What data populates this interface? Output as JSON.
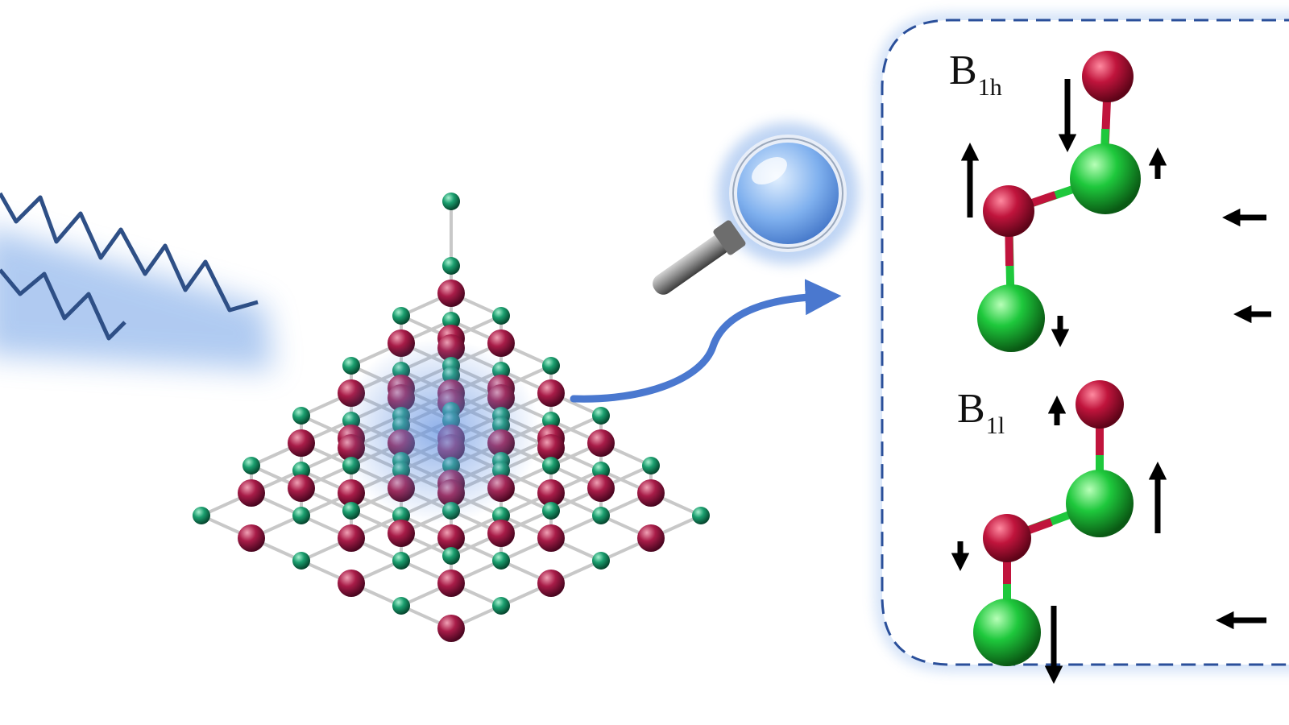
{
  "modes": [
    {
      "base": "B",
      "subscript": "1h"
    },
    {
      "base": "B",
      "subscript": "1l"
    }
  ],
  "colors": {
    "atom_red": "#c0143c",
    "atom_green": "#1ec83c",
    "lattice_green": "#1a9e6e",
    "glow_blue": "#6fa0e6",
    "wave_stroke": "#2e4f86",
    "arrow_blue": "#4a78cf",
    "panel_border": "#2a4f9a"
  },
  "icons": [
    "incident-wave-icon",
    "magnifier-icon",
    "zoom-arrow-icon",
    "displacement-arrow-icon"
  ]
}
